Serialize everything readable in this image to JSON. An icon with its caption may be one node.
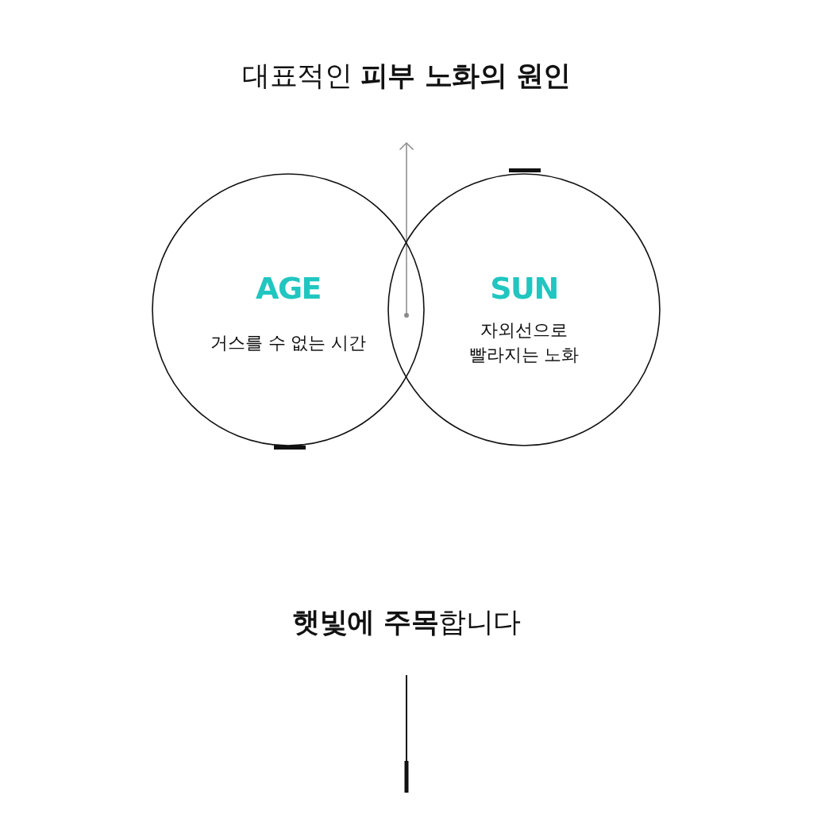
{
  "diagram": {
    "title": "대표적인 **피부 노화의 원인**",
    "nodes": [
      {
        "text": [
          "AGE",
          "거스를 수 없는 시간"
        ]
      },
      {
        "text": [
          "SUN",
          "자외선으로 빨라지는 노화"
        ]
      }
    ],
    "labels": [
      "**햇빛에 주목**합니다"
    ]
  }
}
